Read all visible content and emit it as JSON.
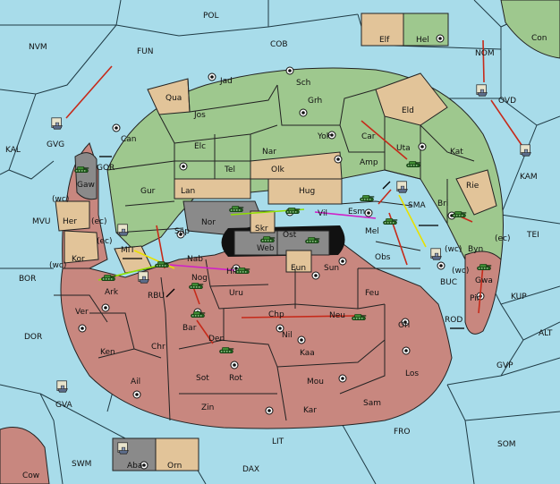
{
  "colors": {
    "sea": "#a8dcea",
    "green": "#9ec88e",
    "tan": "#e2c499",
    "red": "#c8877f",
    "grey": "#8a8a8a",
    "order_move": "#c62a1a",
    "order_support": "#e8e000",
    "order_convoy": "#8fe000",
    "order_magenta": "#d020c8"
  },
  "icons": {
    "army": "tank-icon",
    "fleet": "ship-icon",
    "supply_center": "supply-center-dot"
  },
  "sea_provinces": {
    "pol": "POL",
    "nvm": "NVM",
    "fun": "FUN",
    "cob": "COB",
    "nom": "NOM",
    "kal": "KAL",
    "gvg": "GVG",
    "ovd": "OVD",
    "kam": "KAM",
    "gor": "GOR",
    "mvu": "MVU",
    "sma": "SMA",
    "tei": "TEI",
    "mit": "MIT",
    "bor": "BOR",
    "rbu": "RBU",
    "buc": "BUC",
    "kup": "KUP",
    "dor": "DOR",
    "rod": "ROD",
    "alt": "ALT",
    "gvp": "GVP",
    "gva": "GVA",
    "fro": "FRO",
    "som": "SOM",
    "swm": "SWM",
    "lit": "LIT",
    "dax": "DAX"
  },
  "land_provinces": {
    "con": "Con",
    "elf": "Elf",
    "hel": "Hel",
    "cow": "Cow",
    "aba": "Aba",
    "orn": "Orn",
    "jad": "Jad",
    "sch": "Sch",
    "qua": "Qua",
    "jos": "Jos",
    "grh": "Grh",
    "eld": "Eld",
    "can": "Can",
    "yok": "Yok",
    "car": "Car",
    "uta": "Uta",
    "elc": "Elc",
    "nar": "Nar",
    "kat": "Kat",
    "tel": "Tel",
    "olk": "Olk",
    "amp": "Amp",
    "gur": "Gur",
    "lan": "Lan",
    "hug": "Hug",
    "rie": "Rie",
    "gaw": "Gaw",
    "vil": "Vil",
    "esm": "Esm",
    "bri": "Bri",
    "nor": "Nor",
    "skr": "Skr",
    "ost": "Ost",
    "mel": "Mel",
    "her": "Her",
    "sap": "Sap",
    "web": "Web",
    "byn": "Byn",
    "kor": "Kor",
    "nab": "Nab",
    "eun": "Eun",
    "sun": "Sun",
    "obs": "Obs",
    "hil": "Hil",
    "ark": "Ark",
    "nog": "Nog",
    "uru": "Uru",
    "feu": "Feu",
    "gwa": "Gwa",
    "pir": "Pir",
    "ver": "Ver",
    "chp": "Chp",
    "neu": "Neu",
    "bar": "Bar",
    "nil": "Nil",
    "orl": "Orl",
    "den": "Den",
    "ken": "Ken",
    "chr": "Chr",
    "kaa": "Kaa",
    "ail": "Ail",
    "sot": "Sot",
    "rot": "Rot",
    "mou": "Mou",
    "los": "Los",
    "zin": "Zin",
    "kar": "Kar",
    "sam": "Sam"
  },
  "coast_tags": {
    "gor_wc": "(wc)",
    "her_ec": "(ec)",
    "mit_ec": "(ec)",
    "kor_wc": "(wc)",
    "byn_wc": "(wc)",
    "byn_ec": "(ec)",
    "gwa_wc": "(wc)"
  }
}
